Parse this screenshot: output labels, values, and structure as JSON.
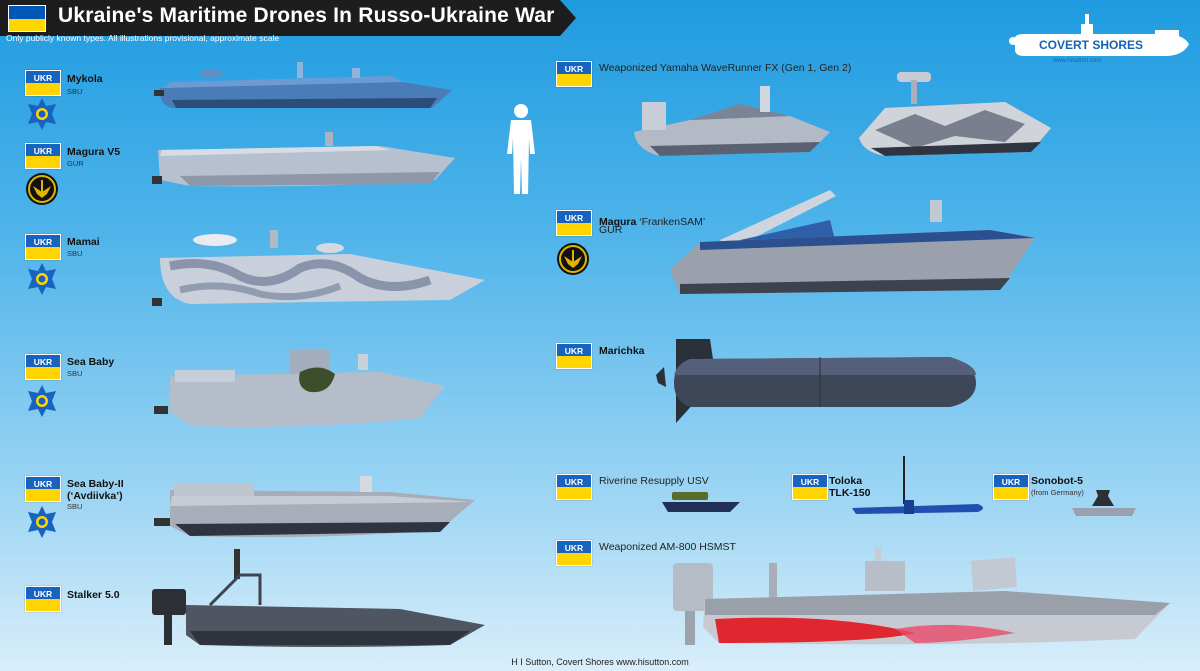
{
  "header": {
    "title": "Ukraine's Maritime Drones In Russo-Ukraine War",
    "subtitle": "Only publicly known types. All illustrations provisional, approximate scale"
  },
  "flag_label": "UKR",
  "logo": {
    "name": "COVERT SHORES",
    "url": "www.hisutton.com"
  },
  "footer": "H I Sutton, Covert Shores www.hisutton.com",
  "drones": {
    "mykola": {
      "name": "Mykola",
      "org": "SBU"
    },
    "magura_v5": {
      "name": "Magura V5",
      "org": "GUR"
    },
    "mamai": {
      "name": "Mamai",
      "org": "SBU"
    },
    "sea_baby": {
      "name": "Sea Baby",
      "org": "SBU"
    },
    "sea_baby_ii": {
      "name_1": "Sea Baby-II",
      "name_2": "(‘Avdiivka’)",
      "org": "SBU"
    },
    "stalker": {
      "name": "Stalker 5.0"
    },
    "waverunner": {
      "name": "Weaponized Yamaha WaveRunner FX (Gen 1, Gen 2)"
    },
    "frankensam": {
      "name": "Magura",
      "name_suffix": " ‘FrankenSAM’",
      "org": "GUR"
    },
    "marichka": {
      "name": "Marichka"
    },
    "riverine": {
      "name": "Riverine Resupply USV"
    },
    "toloka": {
      "name_1": "Toloka",
      "name_2": "TLK-150"
    },
    "sonobot": {
      "name": "Sonobot-5",
      "org": "(from Germany)"
    },
    "am800": {
      "name": "Weaponized AM-800 HSMST"
    }
  },
  "colors": {
    "flag_blue": "#1763c0",
    "flag_yellow": "#ffd400",
    "header_bg": "#1d1d1d"
  }
}
